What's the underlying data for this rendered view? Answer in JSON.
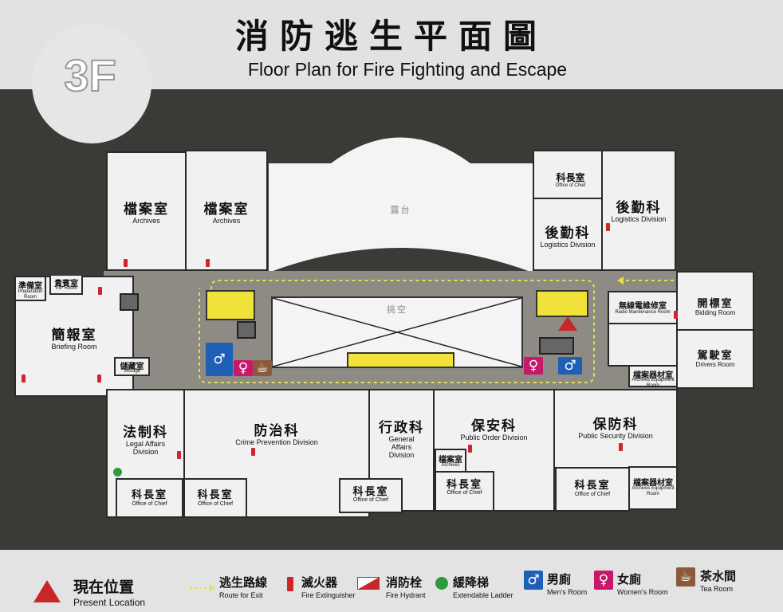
{
  "header": {
    "title_zh": "消防逃生平面圖",
    "title_en": "Floor Plan for Fire Fighting and Escape",
    "floor": "3F"
  },
  "rooms": {
    "archives_1": {
      "zh": "檔案室",
      "en": "Archives"
    },
    "archives_2": {
      "zh": "檔案室",
      "en": "Archives"
    },
    "balcony": {
      "zh": "露台"
    },
    "void": {
      "zh": "挑空"
    },
    "chief_top": {
      "zh": "科長室",
      "en": "Office of Chief"
    },
    "logistics_1": {
      "zh": "後勤科",
      "en": "Logistics Division"
    },
    "logistics_2": {
      "zh": "後勤科",
      "en": "Logistics Division"
    },
    "preparation": {
      "zh": "準備室",
      "en": "Preparation Room"
    },
    "vip": {
      "zh": "貴賓室",
      "en": "VIP Room"
    },
    "briefing": {
      "zh": "簡報室",
      "en": "Briefing Room"
    },
    "storage": {
      "zh": "儲藏室",
      "en": "Storage"
    },
    "radio": {
      "zh": "無線電維修室",
      "en": "Radio Maintenance Room"
    },
    "bidding": {
      "zh": "開標室",
      "en": "Bidding Room"
    },
    "drivers": {
      "zh": "駕駛室",
      "en": "Drivers Room"
    },
    "arch_equip_1": {
      "zh": "檔案器材室",
      "en": "Archives Equipment Room"
    },
    "legal": {
      "zh": "法制科",
      "en": "Legal Affairs Division"
    },
    "crime": {
      "zh": "防治科",
      "en": "Crime Prevention Division"
    },
    "general": {
      "zh": "行政科",
      "en": "General Affairs Division"
    },
    "public_order": {
      "zh": "保安科",
      "en": "Public Order Division"
    },
    "public_security": {
      "zh": "保防科",
      "en": "Public Security Division"
    },
    "archives_small": {
      "zh": "檔案室",
      "en": "Archives"
    },
    "arch_equip_2": {
      "zh": "檔案器材室",
      "en": "Archives Equipment Room"
    },
    "chief_legal": {
      "zh": "科長室",
      "en": "Office of Chief"
    },
    "chief_crime": {
      "zh": "科長室",
      "en": "Office of Chief"
    },
    "chief_general": {
      "zh": "科長室",
      "en": "Office of Chief"
    },
    "chief_order": {
      "zh": "科長室",
      "en": "Office of Chief"
    },
    "chief_security": {
      "zh": "科長室",
      "en": "Office of Chief"
    }
  },
  "legend": {
    "present": {
      "zh": "現在位置",
      "en": "Present Location"
    },
    "route": {
      "zh": "逃生路線",
      "en": "Route for Exit"
    },
    "extinguisher": {
      "zh": "滅火器",
      "en": "Fire Extinguisher"
    },
    "hydrant": {
      "zh": "消防栓",
      "en": "Fire Hydrant"
    },
    "ladder": {
      "zh": "緩降梯",
      "en": "Extendable Ladder"
    },
    "men": {
      "zh": "男廁",
      "en": "Men's Room"
    },
    "women": {
      "zh": "女廁",
      "en": "Women's Room"
    },
    "tea": {
      "zh": "茶水間",
      "en": "Tea Room"
    }
  },
  "colors": {
    "present": "#c8262a",
    "route": "#e8e04a",
    "men": "#1f5fb5",
    "women": "#c8186a",
    "tea": "#8a5a3a",
    "ladder": "#2e9a3e",
    "stair": "#f1e23a"
  }
}
